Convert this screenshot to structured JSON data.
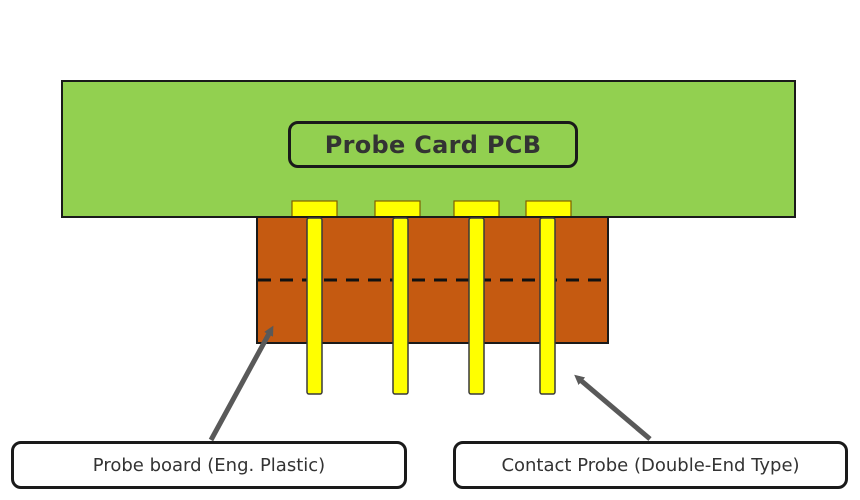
{
  "labels": {
    "pcb": "Probe Card PCB",
    "board": "Probe board (Eng. Plastic)",
    "probe": "Contact Probe (Double-End Type)"
  },
  "colors": {
    "pcb": "#92d050",
    "board": "#c55a11",
    "probe": "#ffff00",
    "outline": "#1a1a1a",
    "arrow": "#595959"
  },
  "probe_count": 4
}
